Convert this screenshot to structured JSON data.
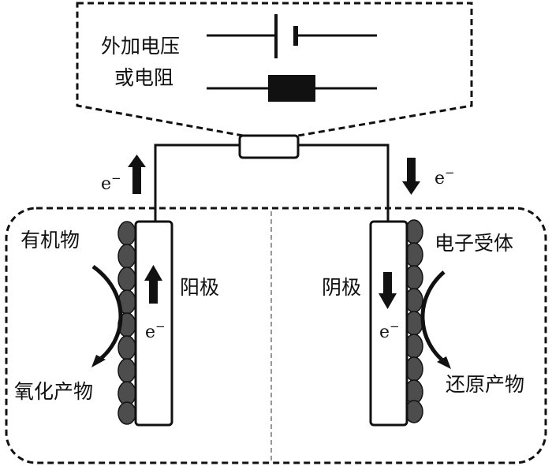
{
  "labels": {
    "inset_line1": "外加电压",
    "inset_line2": "或电阻",
    "electron": "e",
    "electron_sup": "−",
    "anode": "阳极",
    "cathode": "阴极",
    "organic": "有机物",
    "oxidation_product": "氧化产物",
    "acceptor": "电子受体",
    "reduction_product": "还原产物"
  }
}
